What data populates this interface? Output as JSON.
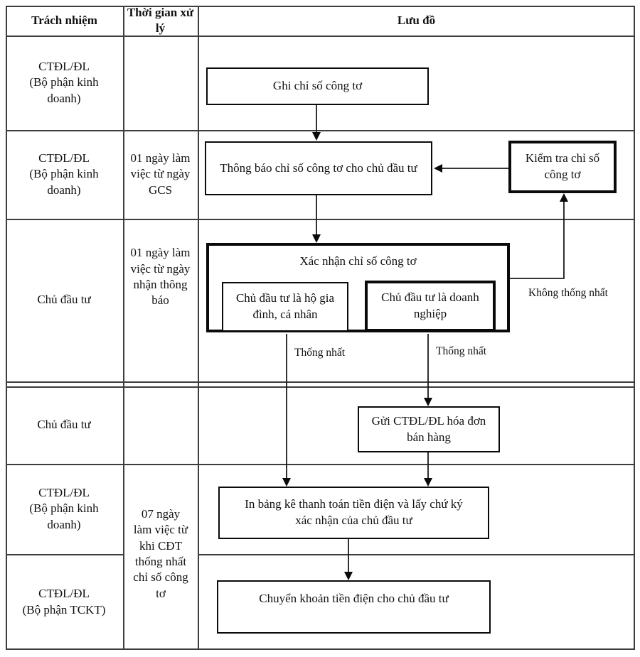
{
  "header": {
    "col1": "Trách nhiệm",
    "col2": "Thời gian xử lý",
    "col3": "Lưu đồ"
  },
  "responsibility": {
    "r1_org": "CTĐL/ĐL",
    "r1_dept": "(Bộ phận kinh doanh)",
    "r2_org": "CTĐL/ĐL",
    "r2_dept": "(Bộ phận kinh doanh)",
    "r3": "Chủ đầu tư",
    "r4": "Chủ đầu tư",
    "r5_org": "CTĐL/ĐL",
    "r5_dept": "(Bộ phận kinh doanh)",
    "r6_org": "CTĐL/ĐL",
    "r6_dept": "(Bộ phận TCKT)"
  },
  "time": {
    "r2": "01 ngày làm việc từ ngày GCS",
    "r3": "01 ngày làm việc từ ngày nhận thông báo",
    "r56": "07 ngày làm việc từ khi CĐT thống nhất chỉ số công tơ"
  },
  "flow": {
    "ghi_chi_so": "Ghi chỉ số công tơ",
    "thong_bao": "Thông báo chỉ số công tơ cho chủ đầu tư",
    "kiem_tra": "Kiểm tra chỉ số công tơ",
    "xac_nhan": "Xác nhận chỉ số công tơ",
    "ho_gia_dinh": "Chủ đầu tư là hộ gia đình, cá nhân",
    "doanh_nghiep": "Chủ đầu tư là doanh nghiệp",
    "gui_hoa_don": "Gửi CTĐL/ĐL hóa đơn bán hàng",
    "in_bang_ke": "In bảng kê thanh toán tiền điện và lấy chứ ký xác nhận của chủ đầu tư",
    "chuyen_khoan": "Chuyển khoản tiền điện cho chủ đầu tư",
    "label_khong_thong_nhat": "Không thống nhất",
    "label_thong_nhat_left": "Thống nhất",
    "label_thong_nhat_right": "Thống nhất"
  },
  "colors": {
    "box_border": "#0a0a0a",
    "grid_line": "#3d3d3d",
    "text": "#111111",
    "background": "#ffffff"
  }
}
